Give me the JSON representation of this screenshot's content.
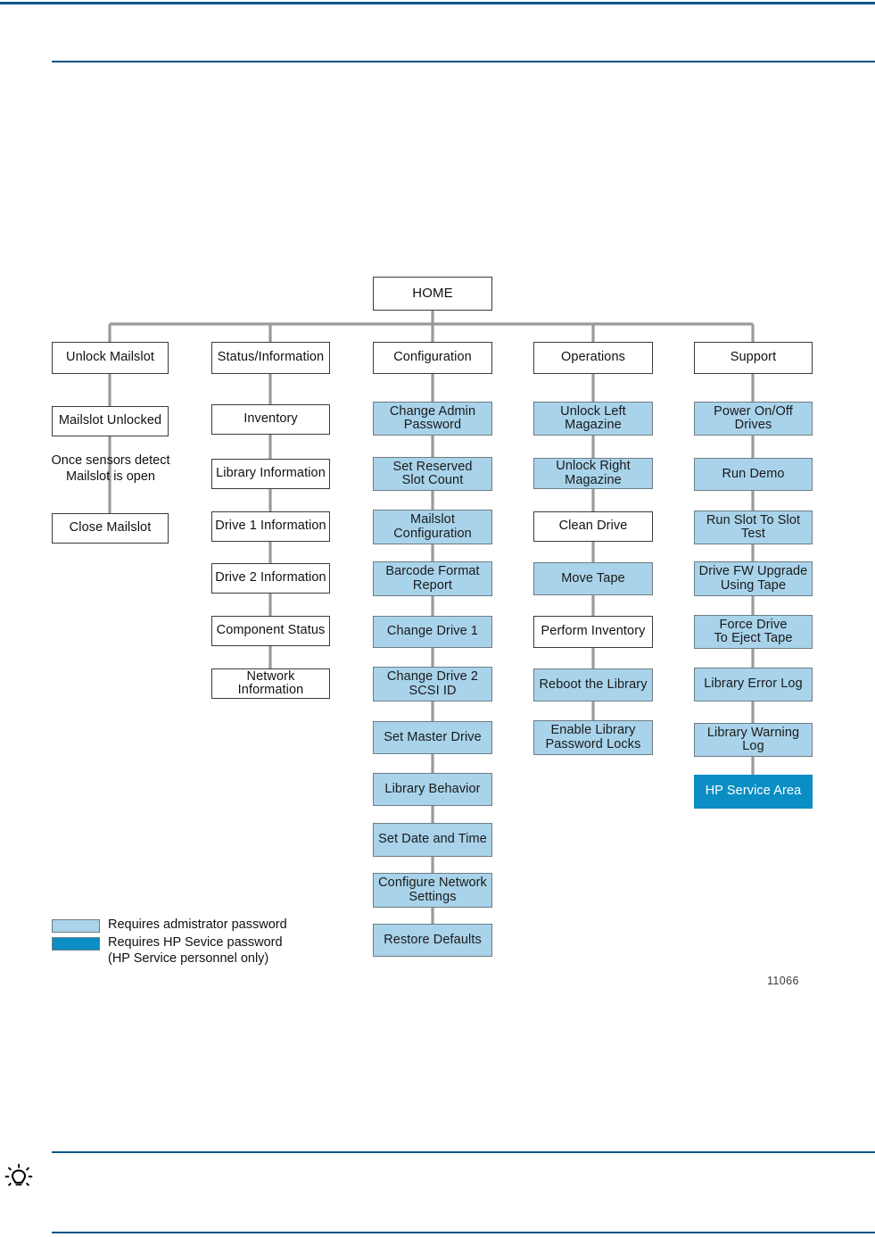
{
  "page": {
    "figure_id": "11066",
    "tip_icon": "lightbulb-tip-icon",
    "colors": {
      "rule": "#005587",
      "admin_fill": "#a9d3ea",
      "service_fill": "#0b8ec4",
      "node_border": "#3b3b3b",
      "connector": "#9a9a9a"
    }
  },
  "diagram": {
    "type": "tree",
    "root": {
      "label": "HOME",
      "style": "plain"
    },
    "columns": [
      {
        "name": "unlock-mailslot",
        "header": {
          "label": "Unlock Mailslot",
          "style": "plain"
        },
        "items": [
          {
            "label": "Mailslot Unlocked",
            "style": "plain",
            "kind": "box"
          },
          {
            "label": "Once sensors detect\nMailslot is open",
            "style": "none",
            "kind": "annotation"
          },
          {
            "label": "Close Mailslot",
            "style": "plain",
            "kind": "box"
          }
        ]
      },
      {
        "name": "status-information",
        "header": {
          "label": "Status/Information",
          "style": "plain"
        },
        "items": [
          {
            "label": "Inventory",
            "style": "plain",
            "kind": "box"
          },
          {
            "label": "Library Information",
            "style": "plain",
            "kind": "box"
          },
          {
            "label": "Drive 1 Information",
            "style": "plain",
            "kind": "box"
          },
          {
            "label": "Drive 2 Information",
            "style": "plain",
            "kind": "box"
          },
          {
            "label": "Component Status",
            "style": "plain",
            "kind": "box"
          },
          {
            "label": "Network Information",
            "style": "plain",
            "kind": "box"
          }
        ]
      },
      {
        "name": "configuration",
        "header": {
          "label": "Configuration",
          "style": "plain"
        },
        "items": [
          {
            "label": "Change Admin\nPassword",
            "style": "admin",
            "kind": "box"
          },
          {
            "label": "Set Reserved\nSlot Count",
            "style": "admin",
            "kind": "box"
          },
          {
            "label": "Mailslot\nConfiguration",
            "style": "admin",
            "kind": "box"
          },
          {
            "label": "Barcode Format\nReport",
            "style": "admin",
            "kind": "box"
          },
          {
            "label": "Change Drive 1",
            "style": "admin",
            "kind": "box"
          },
          {
            "label": "Change Drive 2\nSCSI ID",
            "style": "admin",
            "kind": "box"
          },
          {
            "label": "Set Master Drive",
            "style": "admin",
            "kind": "box"
          },
          {
            "label": "Library Behavior",
            "style": "admin",
            "kind": "box"
          },
          {
            "label": "Set  Date and Time",
            "style": "admin",
            "kind": "box"
          },
          {
            "label": "Configure Network\nSettings",
            "style": "admin",
            "kind": "box"
          },
          {
            "label": "Restore Defaults",
            "style": "admin",
            "kind": "box"
          }
        ]
      },
      {
        "name": "operations",
        "header": {
          "label": "Operations",
          "style": "plain"
        },
        "items": [
          {
            "label": "Unlock Left Magazine",
            "style": "admin",
            "kind": "box"
          },
          {
            "label": "Unlock Right Magazine",
            "style": "admin",
            "kind": "box"
          },
          {
            "label": "Clean Drive",
            "style": "plain",
            "kind": "box"
          },
          {
            "label": "Move Tape",
            "style": "admin",
            "kind": "box"
          },
          {
            "label": "Perform Inventory",
            "style": "plain",
            "kind": "box"
          },
          {
            "label": "Reboot the Library",
            "style": "admin",
            "kind": "box"
          },
          {
            "label": "Enable Library\nPassword Locks",
            "style": "admin",
            "kind": "box"
          }
        ]
      },
      {
        "name": "support",
        "header": {
          "label": "Support",
          "style": "plain"
        },
        "items": [
          {
            "label": "Power On/Off Drives",
            "style": "admin",
            "kind": "box"
          },
          {
            "label": "Run Demo",
            "style": "admin",
            "kind": "box"
          },
          {
            "label": "Run Slot To Slot Test",
            "style": "admin",
            "kind": "box"
          },
          {
            "label": "Drive FW Upgrade\nUsing Tape",
            "style": "admin",
            "kind": "box"
          },
          {
            "label": "Force Drive\nTo Eject Tape",
            "style": "admin",
            "kind": "box"
          },
          {
            "label": "Library Error Log",
            "style": "admin",
            "kind": "box"
          },
          {
            "label": "Library Warning Log",
            "style": "admin",
            "kind": "box"
          },
          {
            "label": "HP Service Area",
            "style": "service",
            "kind": "box"
          }
        ]
      }
    ]
  },
  "legend": {
    "rows": [
      {
        "swatch": "admin",
        "text": "Requires admistrator password"
      },
      {
        "swatch": "service",
        "text": "Requires HP Sevice password\n(HP Service personnel only)"
      }
    ]
  }
}
